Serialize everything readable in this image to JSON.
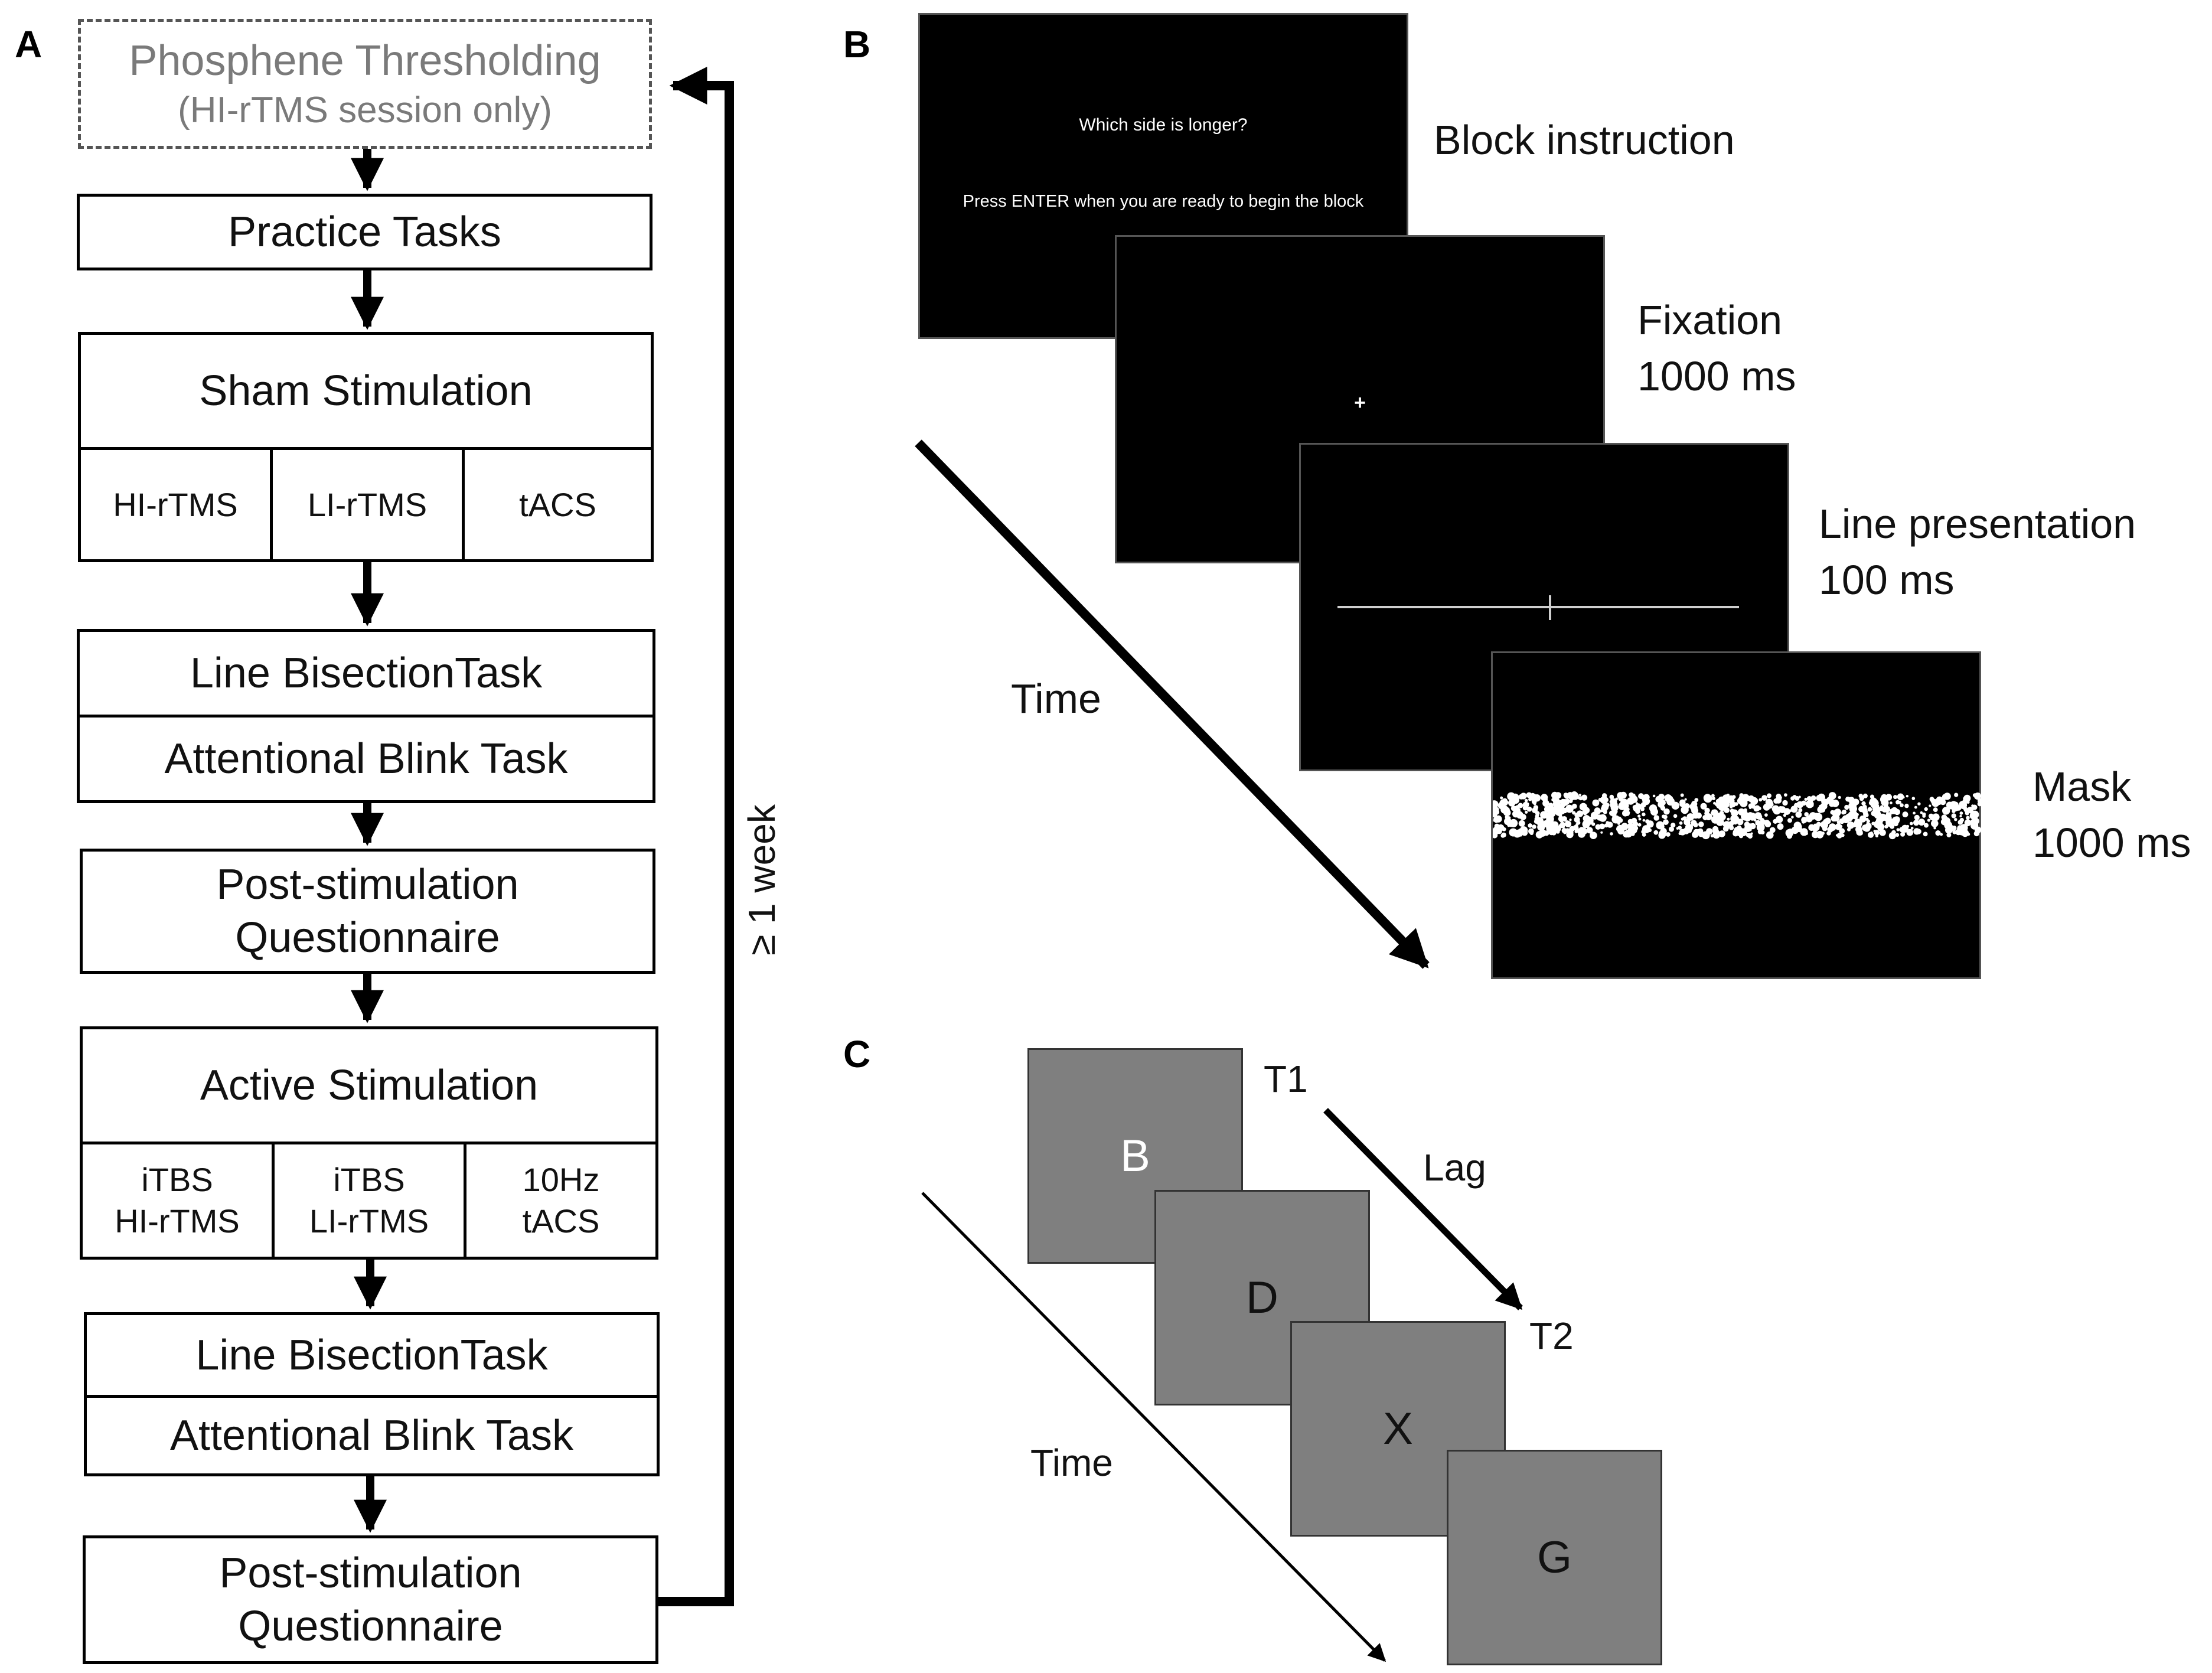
{
  "panels": {
    "a": "A",
    "b": "B",
    "c": "C"
  },
  "flowchart": {
    "phosphene_line1": "Phosphene Thresholding",
    "phosphene_line2": "(HI-rTMS session only)",
    "practice": "Practice Tasks",
    "sham": "Sham Stimulation",
    "sham_conditions": [
      "HI-rTMS",
      "LI-rTMS",
      "tACS"
    ],
    "session1_task1": "Line BisectionTask",
    "session1_task2": "Attentional Blink Task",
    "post1_line1": "Post-stimulation",
    "post1_line2": "Questionnaire",
    "active": "Active Stimulation",
    "active_conditions": [
      {
        "line1": "iTBS",
        "line2": "HI-rTMS"
      },
      {
        "line1": "iTBS",
        "line2": "LI-rTMS"
      },
      {
        "line1": "10Hz",
        "line2": "tACS"
      }
    ],
    "session2_task1": "Line BisectionTask",
    "session2_task2": "Attentional Blink Task",
    "post2_line1": "Post-stimulation",
    "post2_line2": "Questionnaire",
    "loop_label": "≥ 1 week"
  },
  "trial_sequence": {
    "instruction_text1": "Which side is longer?",
    "instruction_text2": "Press ENTER when you are ready to begin the block",
    "fixation_symbol": "+",
    "steps": [
      {
        "line1": "Block instruction",
        "line2": ""
      },
      {
        "line1": "Fixation",
        "line2": "1000 ms"
      },
      {
        "line1": "Line presentation",
        "line2": "100 ms"
      },
      {
        "line1": "Mask",
        "line2": "1000 ms"
      }
    ],
    "time_label": "Time"
  },
  "rsvp": {
    "letters": [
      "B",
      "D",
      "X",
      "G"
    ],
    "t1_label": "T1",
    "t2_label": "T2",
    "lag_label": "Lag",
    "time_label": "Time"
  },
  "colors": {
    "screen_bg": "#000000",
    "letter_box_bg": "#7f7f7f",
    "dashed_box_text": "#7a7a7a"
  }
}
